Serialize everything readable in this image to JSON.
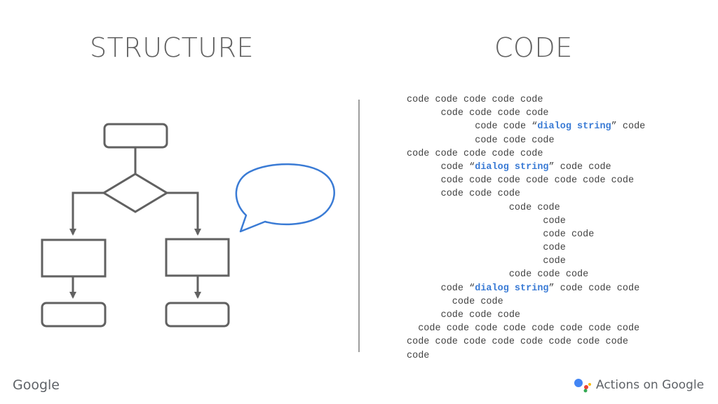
{
  "headings": {
    "left": "STRUCTURE",
    "right": "CODE"
  },
  "code_lines": [
    [
      {
        "t": "code code code code code"
      }
    ],
    [
      {
        "t": "      code code code code"
      }
    ],
    [
      {
        "t": "            code code “"
      },
      {
        "t": "dialog string",
        "d": true
      },
      {
        "t": "” code"
      }
    ],
    [
      {
        "t": "            code code code"
      }
    ],
    [
      {
        "t": "code code code code code"
      }
    ],
    [
      {
        "t": "      code “"
      },
      {
        "t": "dialog string",
        "d": true
      },
      {
        "t": "” code code"
      }
    ],
    [
      {
        "t": "      code code code code code code code"
      }
    ],
    [
      {
        "t": "      code code code"
      }
    ],
    [
      {
        "t": "                  code code"
      }
    ],
    [
      {
        "t": "                        code"
      }
    ],
    [
      {
        "t": "                        code code"
      }
    ],
    [
      {
        "t": "                        code"
      }
    ],
    [
      {
        "t": "                        code"
      }
    ],
    [
      {
        "t": "                  code code code"
      }
    ],
    [
      {
        "t": "      code “"
      },
      {
        "t": "dialog string",
        "d": true
      },
      {
        "t": "” code code code"
      }
    ],
    [
      {
        "t": "        code code"
      }
    ],
    [
      {
        "t": "      code code code"
      }
    ],
    [
      {
        "t": "  code code code code code code code code"
      }
    ],
    [
      {
        "t": "code code code code code code code code"
      }
    ],
    [
      {
        "t": "code"
      }
    ]
  ],
  "footer": {
    "left_logo": "Google",
    "right_logo": "Actions on Google"
  },
  "colors": {
    "heading": "#616161",
    "diagram_stroke": "#616161",
    "bubble_stroke": "#3a7bd5",
    "dialog_text": "#3a7bd5",
    "divider": "#9e9e9e"
  },
  "icons": {
    "assistant_logo": "google-assistant-icon"
  }
}
